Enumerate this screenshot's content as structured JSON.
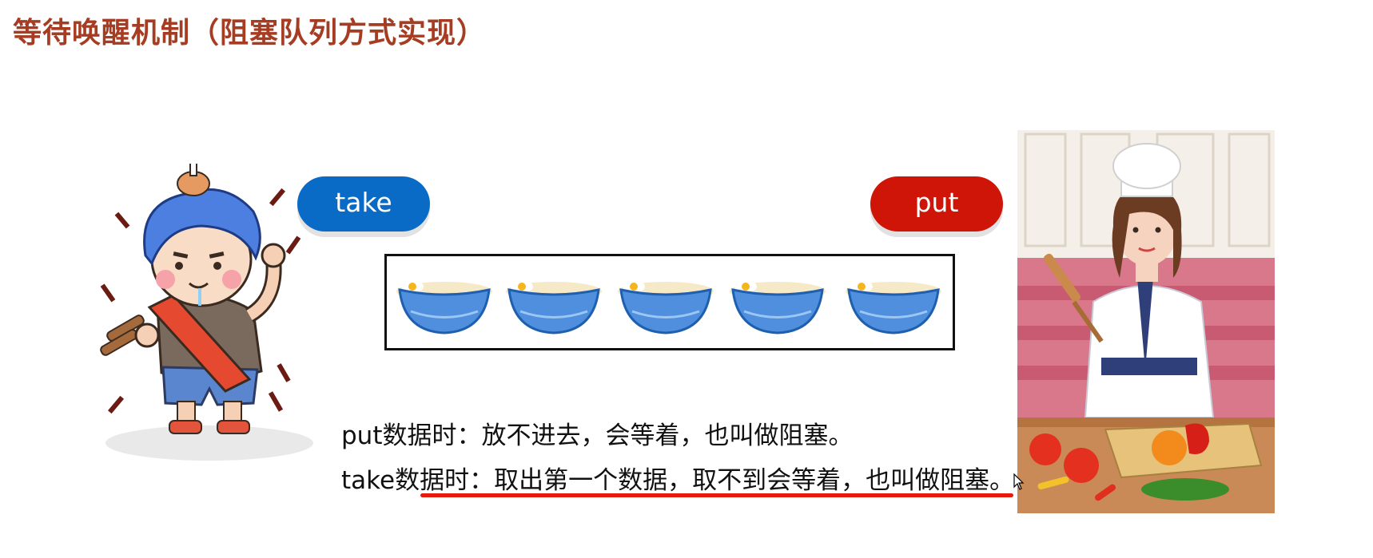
{
  "slide": {
    "title": "等待唤醒机制（阻塞队列方式实现）",
    "buttons": {
      "take_label": "take",
      "put_label": "put"
    },
    "queue": {
      "item_icon": "noodle-bowl-icon",
      "item_count": 5
    },
    "lines": {
      "put_text": "put数据时：放不进去，会等着，也叫做阻塞。",
      "take_text": "take数据时：取出第一个数据，取不到会等着，也叫做阻塞。"
    },
    "illustrations": {
      "left": "eater-character-illustration",
      "right": "chef-illustration"
    },
    "colors": {
      "title": "#a63c22",
      "take_button": "#0a6bc6",
      "put_button": "#cf1508",
      "underline": "#e41a0d"
    }
  }
}
